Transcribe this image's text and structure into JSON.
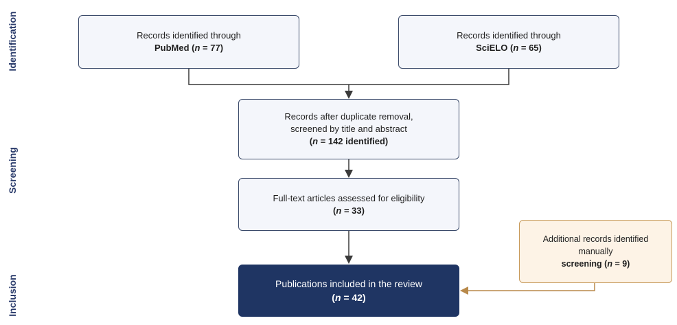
{
  "stages": {
    "identification": "Identification",
    "screening": "Screening",
    "inclusion": "Inclusion"
  },
  "boxes": {
    "pubmed": {
      "line1": "Records identified through",
      "bold_prefix": "PubMed (",
      "n_symbol": "n",
      "bold_suffix": " = 77)"
    },
    "scielo": {
      "line1": "Records identified through",
      "bold_prefix": "SciELO (",
      "n_symbol": "n",
      "bold_suffix": " = 65)"
    },
    "dedup": {
      "line1": "Records after duplicate removal,",
      "line2": "screened by title and abstract",
      "bold_prefix": "(",
      "n_symbol": "n",
      "bold_suffix": " = 142 identified)"
    },
    "fulltext": {
      "line1": "Full-text articles assessed for eligibility",
      "bold_prefix": "(",
      "n_symbol": "n",
      "bold_suffix": " = 33)"
    },
    "manual": {
      "line1": "Additional records identified",
      "line2": "manually",
      "bold_word": "screening",
      "rest_prefix": " (",
      "n_symbol": "n",
      "rest_suffix": " = 9)"
    },
    "included": {
      "line1": "Publications included in the review",
      "bold_prefix": "(",
      "n_symbol": "n",
      "bold_suffix": " = 42)"
    }
  },
  "colors": {
    "box_border": "#3a4a6a",
    "box_fill": "#f4f6fb",
    "stage_label": "#2a3b6b",
    "included_fill": "#1f3563",
    "manual_border": "#c79a5a",
    "manual_fill": "#fdf3e6",
    "manual_arrow": "#b8894a"
  }
}
